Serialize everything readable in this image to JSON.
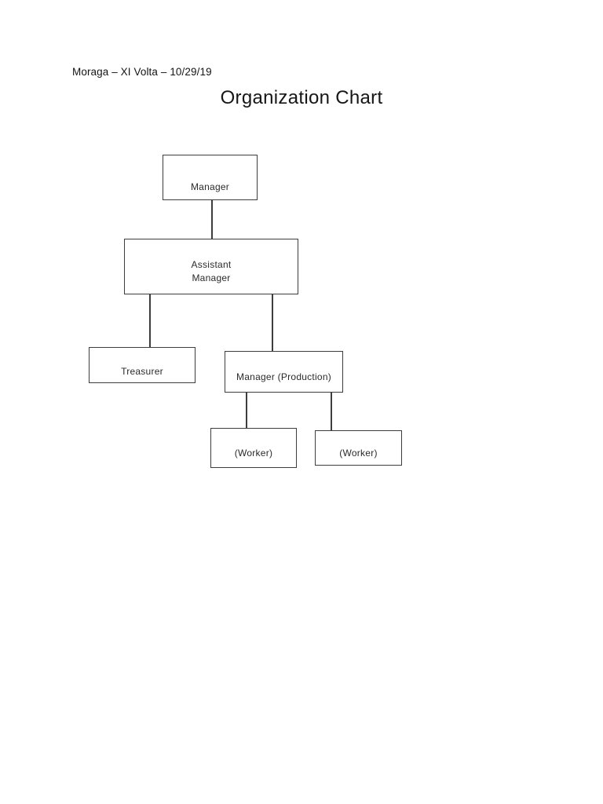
{
  "document": {
    "header": "Moraga – XI Volta – 10/29/19",
    "title": "Organization Chart"
  },
  "org_chart": {
    "nodes": {
      "manager": {
        "label": "Manager"
      },
      "assistant_manager": {
        "line1": "Assistant",
        "line2": "Manager"
      },
      "treasurer": {
        "label": "Treasurer"
      },
      "manager_production": {
        "label": "Manager (Production)"
      },
      "worker_left": {
        "label": "(Worker)"
      },
      "worker_right": {
        "label": "(Worker)"
      }
    },
    "hierarchy": [
      {
        "parent": "Manager",
        "child": "Assistant Manager"
      },
      {
        "parent": "Assistant Manager",
        "child": "Treasurer"
      },
      {
        "parent": "Assistant Manager",
        "child": "Manager (Production)"
      },
      {
        "parent": "Manager (Production)",
        "child": "(Worker)"
      },
      {
        "parent": "Manager (Production)",
        "child": "(Worker)"
      }
    ],
    "colors": {
      "box_border": "#3d3d3d",
      "text": "#2a2a2a",
      "background": "#ffffff"
    }
  }
}
